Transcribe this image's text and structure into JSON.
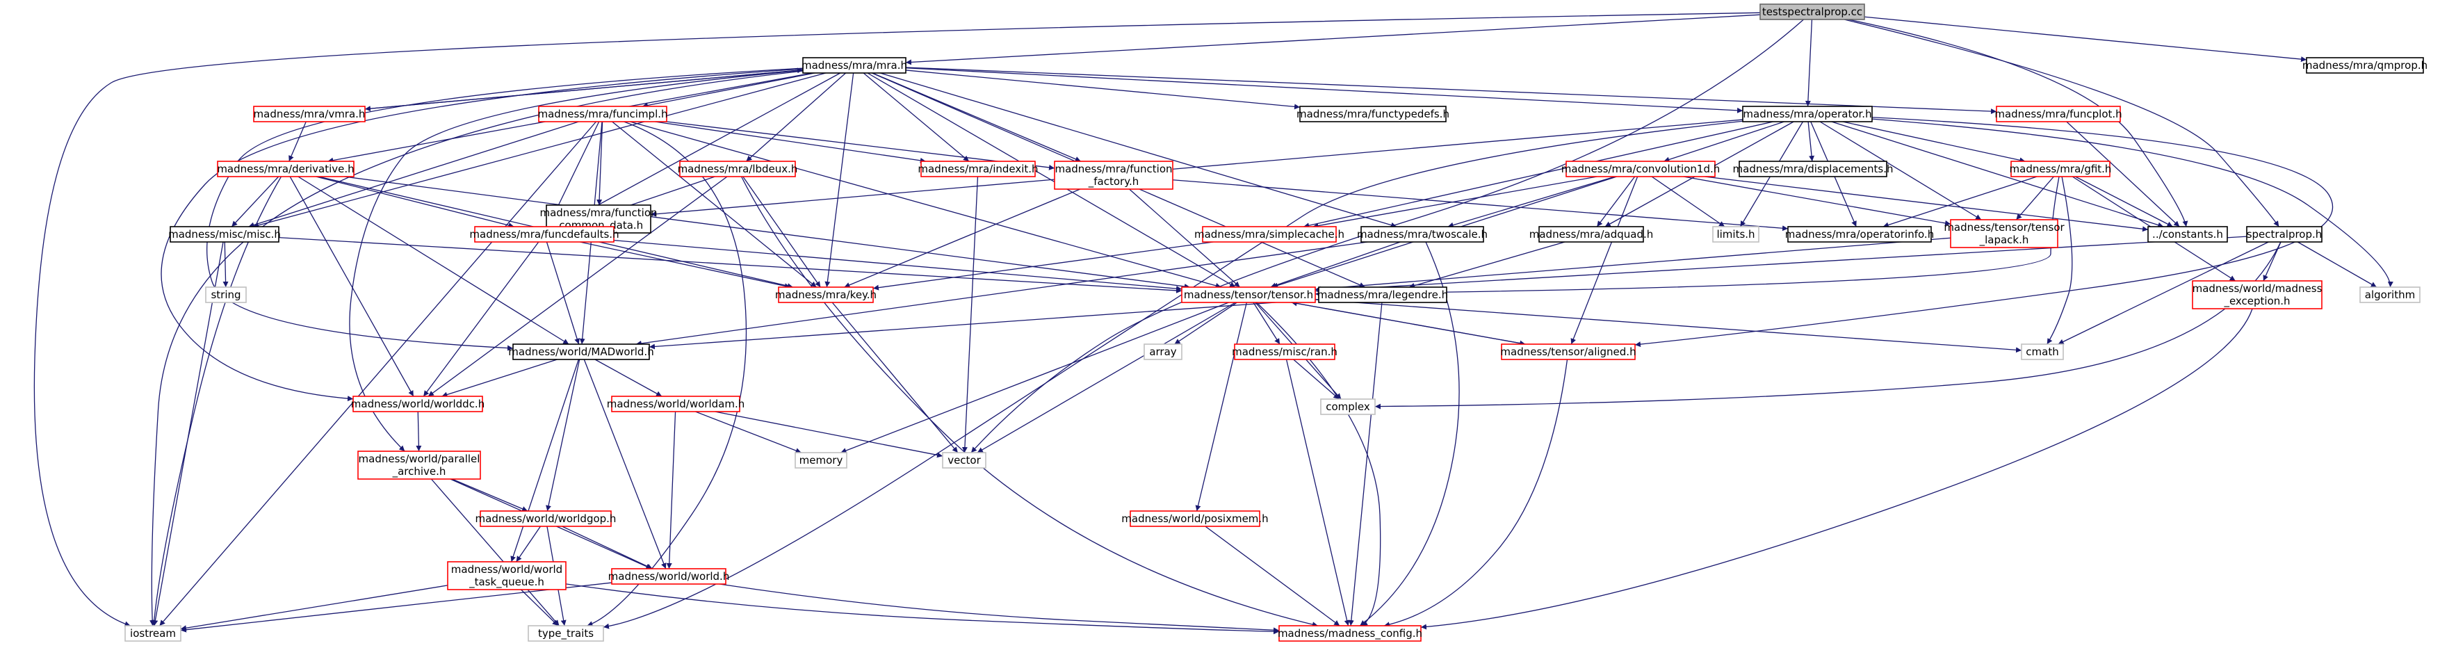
{
  "colors": {
    "edge": "#191970",
    "node_border_documented": "#000000",
    "node_border_incomplete": "#ff0000",
    "node_border_external": "#bfbfbf",
    "root_fill": "#bfbfbf"
  },
  "nodes": [
    {
      "id": "root",
      "lines": [
        "testspectralprop.cc"
      ],
      "style": "root"
    },
    {
      "id": "mra",
      "lines": [
        "madness/mra/mra.h"
      ],
      "style": "black"
    },
    {
      "id": "qmprop",
      "lines": [
        "madness/mra/qmprop.h"
      ],
      "style": "black"
    },
    {
      "id": "vmra",
      "lines": [
        "madness/mra/vmra.h"
      ],
      "style": "red"
    },
    {
      "id": "funcimpl",
      "lines": [
        "madness/mra/funcimpl.h"
      ],
      "style": "red"
    },
    {
      "id": "functypedefs",
      "lines": [
        "madness/mra/functypedefs.h"
      ],
      "style": "black"
    },
    {
      "id": "operator",
      "lines": [
        "madness/mra/operator.h"
      ],
      "style": "black"
    },
    {
      "id": "funcplot",
      "lines": [
        "madness/mra/funcplot.h"
      ],
      "style": "red"
    },
    {
      "id": "derivative",
      "lines": [
        "madness/mra/derivative.h"
      ],
      "style": "red"
    },
    {
      "id": "fcd",
      "lines": [
        "madness/mra/function",
        "_common_data.h"
      ],
      "style": "black"
    },
    {
      "id": "lbdeux",
      "lines": [
        "madness/mra/lbdeux.h"
      ],
      "style": "red"
    },
    {
      "id": "indexit",
      "lines": [
        "madness/mra/indexit.h"
      ],
      "style": "red"
    },
    {
      "id": "ffactory",
      "lines": [
        "madness/mra/function",
        "_factory.h"
      ],
      "style": "red"
    },
    {
      "id": "conv1d",
      "lines": [
        "madness/mra/convolution1d.h"
      ],
      "style": "red"
    },
    {
      "id": "displacements",
      "lines": [
        "madness/mra/displacements.h"
      ],
      "style": "black"
    },
    {
      "id": "gfit",
      "lines": [
        "madness/mra/gfit.h"
      ],
      "style": "red"
    },
    {
      "id": "misc",
      "lines": [
        "madness/misc/misc.h"
      ],
      "style": "black"
    },
    {
      "id": "funcdefaults",
      "lines": [
        "madness/mra/funcdefaults.h"
      ],
      "style": "red"
    },
    {
      "id": "simplecache",
      "lines": [
        "madness/mra/simplecache.h"
      ],
      "style": "red"
    },
    {
      "id": "twoscale",
      "lines": [
        "madness/mra/twoscale.h"
      ],
      "style": "black"
    },
    {
      "id": "adquad",
      "lines": [
        "madness/mra/adquad.h"
      ],
      "style": "black"
    },
    {
      "id": "limits",
      "lines": [
        "limits.h"
      ],
      "style": "gray"
    },
    {
      "id": "opinfo",
      "lines": [
        "madness/mra/operatorinfo.h"
      ],
      "style": "black"
    },
    {
      "id": "tlapack",
      "lines": [
        "madness/tensor/tensor",
        "_lapack.h"
      ],
      "style": "red"
    },
    {
      "id": "constants",
      "lines": [
        "../constants.h"
      ],
      "style": "black"
    },
    {
      "id": "spectralprop",
      "lines": [
        "spectralprop.h"
      ],
      "style": "black"
    },
    {
      "id": "string",
      "lines": [
        "string"
      ],
      "style": "gray"
    },
    {
      "id": "key",
      "lines": [
        "madness/mra/key.h"
      ],
      "style": "red"
    },
    {
      "id": "tensor",
      "lines": [
        "madness/tensor/tensor.h"
      ],
      "style": "red"
    },
    {
      "id": "legendre",
      "lines": [
        "madness/mra/legendre.h"
      ],
      "style": "black"
    },
    {
      "id": "mexc",
      "lines": [
        "madness/world/madness",
        "_exception.h"
      ],
      "style": "red"
    },
    {
      "id": "algorithm",
      "lines": [
        "algorithm"
      ],
      "style": "gray"
    },
    {
      "id": "madworld",
      "lines": [
        "madness/world/MADworld.h"
      ],
      "style": "black"
    },
    {
      "id": "array",
      "lines": [
        "array"
      ],
      "style": "gray"
    },
    {
      "id": "ran",
      "lines": [
        "madness/misc/ran.h"
      ],
      "style": "red"
    },
    {
      "id": "aligned",
      "lines": [
        "madness/tensor/aligned.h"
      ],
      "style": "red"
    },
    {
      "id": "cmath",
      "lines": [
        "cmath"
      ],
      "style": "gray"
    },
    {
      "id": "worlddc",
      "lines": [
        "madness/world/worlddc.h"
      ],
      "style": "red"
    },
    {
      "id": "worldam",
      "lines": [
        "madness/world/worldam.h"
      ],
      "style": "red"
    },
    {
      "id": "complex",
      "lines": [
        "complex"
      ],
      "style": "gray"
    },
    {
      "id": "memory",
      "lines": [
        "memory"
      ],
      "style": "gray"
    },
    {
      "id": "vector",
      "lines": [
        "vector"
      ],
      "style": "gray"
    },
    {
      "id": "parchive",
      "lines": [
        "madness/world/parallel",
        "_archive.h"
      ],
      "style": "red"
    },
    {
      "id": "worldgop",
      "lines": [
        "madness/world/worldgop.h"
      ],
      "style": "red"
    },
    {
      "id": "posixmem",
      "lines": [
        "madness/world/posixmem.h"
      ],
      "style": "red"
    },
    {
      "id": "wtq",
      "lines": [
        "madness/world/world",
        "_task_queue.h"
      ],
      "style": "red"
    },
    {
      "id": "world",
      "lines": [
        "madness/world/world.h"
      ],
      "style": "red"
    },
    {
      "id": "iostream",
      "lines": [
        "iostream"
      ],
      "style": "gray"
    },
    {
      "id": "typetraits",
      "lines": [
        "type_traits"
      ],
      "style": "gray"
    },
    {
      "id": "mconfig",
      "lines": [
        "madness/madness_config.h"
      ],
      "style": "red"
    }
  ],
  "edges": [
    [
      "root",
      "mra"
    ],
    [
      "root",
      "qmprop"
    ],
    [
      "root",
      "operator"
    ],
    [
      "root",
      "spectralprop"
    ],
    [
      "root",
      "constants"
    ],
    [
      "root",
      "iostream"
    ],
    [
      "root",
      "vector"
    ],
    [
      "mra",
      "vmra"
    ],
    [
      "mra",
      "funcimpl"
    ],
    [
      "mra",
      "functypedefs"
    ],
    [
      "mra",
      "operator"
    ],
    [
      "mra",
      "funcplot"
    ],
    [
      "mra",
      "derivative"
    ],
    [
      "mra",
      "lbdeux"
    ],
    [
      "mra",
      "indexit"
    ],
    [
      "mra",
      "ffactory"
    ],
    [
      "mra",
      "misc"
    ],
    [
      "mra",
      "funcdefaults"
    ],
    [
      "mra",
      "key"
    ],
    [
      "mra",
      "tensor"
    ],
    [
      "mra",
      "madworld"
    ],
    [
      "mra",
      "worlddc"
    ],
    [
      "mra",
      "parchive"
    ],
    [
      "mra",
      "twoscale"
    ],
    [
      "mra",
      "legendre"
    ],
    [
      "mra",
      "iostream"
    ],
    [
      "vmra",
      "mra"
    ],
    [
      "vmra",
      "derivative"
    ],
    [
      "funcimpl",
      "fcd"
    ],
    [
      "funcimpl",
      "indexit"
    ],
    [
      "funcimpl",
      "ffactory"
    ],
    [
      "funcimpl",
      "misc"
    ],
    [
      "funcimpl",
      "funcdefaults"
    ],
    [
      "funcimpl",
      "key"
    ],
    [
      "funcimpl",
      "tensor"
    ],
    [
      "funcimpl",
      "madworld"
    ],
    [
      "funcimpl",
      "iostream"
    ],
    [
      "funcimpl",
      "typetraits"
    ],
    [
      "operator",
      "fcd"
    ],
    [
      "operator",
      "conv1d"
    ],
    [
      "operator",
      "displacements"
    ],
    [
      "operator",
      "gfit"
    ],
    [
      "operator",
      "simplecache"
    ],
    [
      "operator",
      "adquad"
    ],
    [
      "operator",
      "limits"
    ],
    [
      "operator",
      "opinfo"
    ],
    [
      "operator",
      "tlapack"
    ],
    [
      "operator",
      "constants"
    ],
    [
      "operator",
      "aligned"
    ],
    [
      "operator",
      "typetraits"
    ],
    [
      "operator",
      "algorithm"
    ],
    [
      "funcplot",
      "constants"
    ],
    [
      "derivative",
      "misc"
    ],
    [
      "derivative",
      "funcdefaults"
    ],
    [
      "derivative",
      "key"
    ],
    [
      "derivative",
      "tensor"
    ],
    [
      "derivative",
      "madworld"
    ],
    [
      "derivative",
      "worlddc"
    ],
    [
      "derivative",
      "iostream"
    ],
    [
      "fcd",
      "funcdefaults"
    ],
    [
      "lbdeux",
      "funcdefaults"
    ],
    [
      "lbdeux",
      "key"
    ],
    [
      "lbdeux",
      "worlddc"
    ],
    [
      "lbdeux",
      "mconfig"
    ],
    [
      "indexit",
      "vector"
    ],
    [
      "ffactory",
      "key"
    ],
    [
      "ffactory",
      "tensor"
    ],
    [
      "ffactory",
      "opinfo"
    ],
    [
      "conv1d",
      "simplecache"
    ],
    [
      "conv1d",
      "twoscale"
    ],
    [
      "conv1d",
      "adquad"
    ],
    [
      "conv1d",
      "limits"
    ],
    [
      "conv1d",
      "tensor"
    ],
    [
      "conv1d",
      "tlapack"
    ],
    [
      "conv1d",
      "aligned"
    ],
    [
      "conv1d",
      "constants"
    ],
    [
      "gfit",
      "opinfo"
    ],
    [
      "gfit",
      "tlapack"
    ],
    [
      "gfit",
      "constants"
    ],
    [
      "gfit",
      "tensor"
    ],
    [
      "gfit",
      "mexc"
    ],
    [
      "gfit",
      "cmath"
    ],
    [
      "misc",
      "string"
    ],
    [
      "misc",
      "iostream"
    ],
    [
      "misc",
      "tensor"
    ],
    [
      "funcdefaults",
      "key"
    ],
    [
      "funcdefaults",
      "tensor"
    ],
    [
      "funcdefaults",
      "madworld"
    ],
    [
      "funcdefaults",
      "worlddc"
    ],
    [
      "simplecache",
      "key"
    ],
    [
      "twoscale",
      "tensor"
    ],
    [
      "twoscale",
      "madworld"
    ],
    [
      "twoscale",
      "mconfig"
    ],
    [
      "adquad",
      "legendre"
    ],
    [
      "tlapack",
      "tensor"
    ],
    [
      "spectralprop",
      "tensor"
    ],
    [
      "spectralprop",
      "mexc"
    ],
    [
      "spectralprop",
      "cmath"
    ],
    [
      "spectralprop",
      "complex"
    ],
    [
      "spectralprop",
      "algorithm"
    ],
    [
      "key",
      "vector"
    ],
    [
      "tensor",
      "array"
    ],
    [
      "tensor",
      "ran"
    ],
    [
      "tensor",
      "aligned"
    ],
    [
      "tensor",
      "cmath"
    ],
    [
      "tensor",
      "complex"
    ],
    [
      "tensor",
      "memory"
    ],
    [
      "tensor",
      "vector"
    ],
    [
      "tensor",
      "posixmem"
    ],
    [
      "tensor",
      "mconfig"
    ],
    [
      "legendre",
      "madworld"
    ],
    [
      "legendre",
      "mconfig"
    ],
    [
      "mexc",
      "mconfig"
    ],
    [
      "madworld",
      "worlddc"
    ],
    [
      "madworld",
      "worldam"
    ],
    [
      "madworld",
      "worldgop"
    ],
    [
      "madworld",
      "wtq"
    ],
    [
      "madworld",
      "world"
    ],
    [
      "ran",
      "complex"
    ],
    [
      "ran",
      "mconfig"
    ],
    [
      "aligned",
      "tensor"
    ],
    [
      "aligned",
      "mconfig"
    ],
    [
      "worlddc",
      "parchive"
    ],
    [
      "worldam",
      "memory"
    ],
    [
      "worldam",
      "vector"
    ],
    [
      "worldam",
      "world"
    ],
    [
      "parchive",
      "worldgop"
    ],
    [
      "parchive",
      "world"
    ],
    [
      "parchive",
      "typetraits"
    ],
    [
      "worldgop",
      "wtq"
    ],
    [
      "worldgop",
      "world"
    ],
    [
      "worldgop",
      "typetraits"
    ],
    [
      "posixmem",
      "mconfig"
    ],
    [
      "wtq",
      "iostream"
    ],
    [
      "wtq",
      "typetraits"
    ],
    [
      "wtq",
      "mconfig"
    ],
    [
      "world",
      "iostream"
    ],
    [
      "world",
      "mconfig"
    ]
  ]
}
